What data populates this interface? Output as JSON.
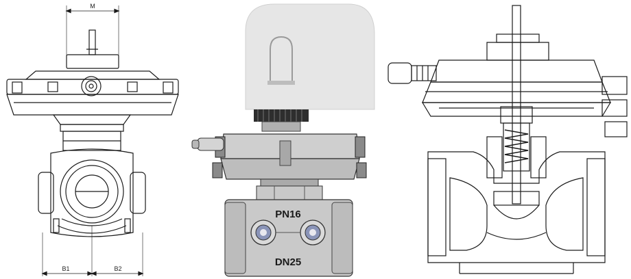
{
  "figure": {
    "views": [
      {
        "id": "front-outline",
        "dims": {
          "top": "M",
          "bottom_left": "B1",
          "bottom_right": "B2"
        }
      },
      {
        "id": "actuator-view",
        "labels": {
          "upper": "PN16",
          "lower": "DN25"
        }
      },
      {
        "id": "cross-section"
      }
    ]
  },
  "colors": {
    "line": "#1a1a1a",
    "actuator_cover": "#e6e6e6",
    "metal_body": "#c9c9c9",
    "metal_dark": "#555555",
    "port_blue": "#8a94b8"
  }
}
